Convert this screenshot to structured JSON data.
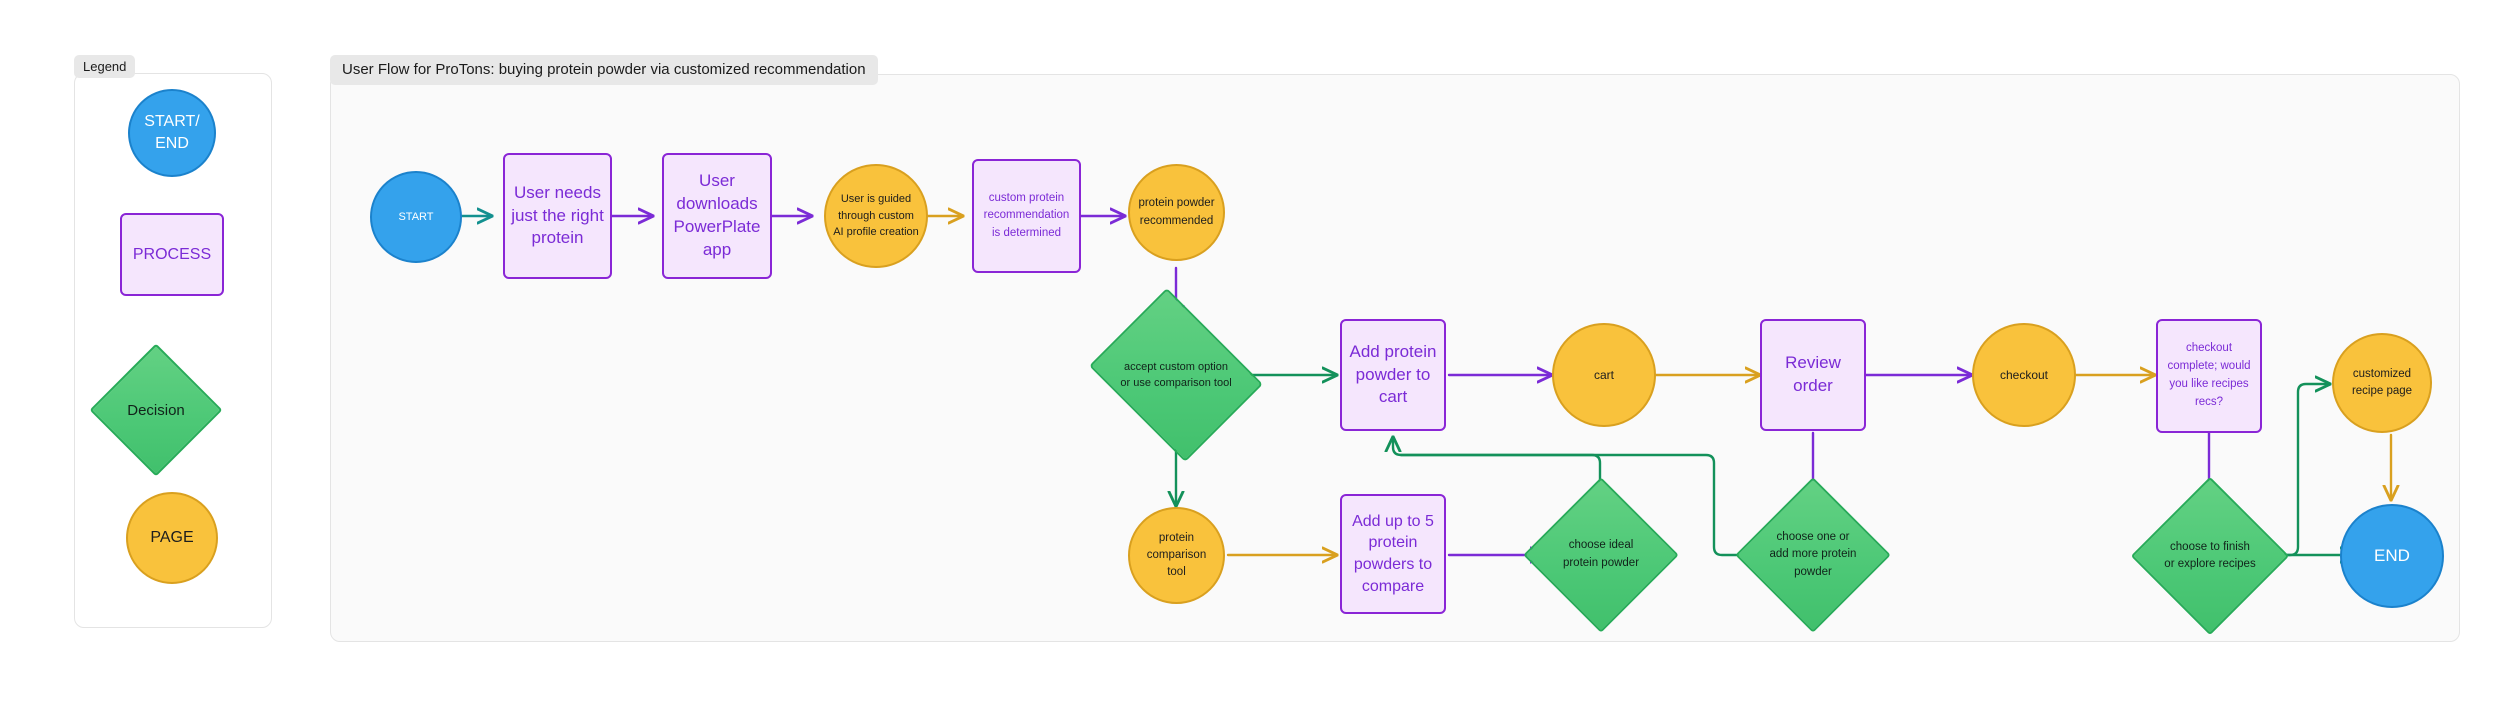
{
  "legend": {
    "title": "Legend",
    "items": [
      {
        "id": "terminal",
        "label": "START/\nEND",
        "shape": "circle",
        "color": "#34a2ec"
      },
      {
        "id": "process",
        "label": "PROCESS",
        "shape": "rect",
        "color": "#8a25d6"
      },
      {
        "id": "decision",
        "label": "Decision",
        "shape": "diamond",
        "color": "#4cc876"
      },
      {
        "id": "page",
        "label": "PAGE",
        "shape": "circle",
        "color": "#f9c23c"
      }
    ]
  },
  "flow": {
    "title": "User Flow for ProTons: buying protein powder via customized recommendation",
    "nodes": {
      "start": "START",
      "user_needs": "User needs just the right protein",
      "user_downloads": "User downloads PowerPlate app",
      "ai_profile": "User is guided through custom AI profile creation",
      "custom_rec": "custom  protein recommendation is determined",
      "powder_recommended": "protein powder recommended",
      "accept_or_compare": "accept custom option or use comparison tool",
      "add_to_cart": "Add protein powder to cart",
      "cart": "cart",
      "review_order": "Review order",
      "checkout": "checkout",
      "checkout_complete": "checkout complete; would you like recipes recs?",
      "recipe_page": "customized recipe page",
      "comparison_tool": "protein comparison tool",
      "add_up_to_5": "Add up to 5 protein powders to compare",
      "choose_ideal": "choose ideal protein powder",
      "choose_one_or_more": "choose one or add more protein powder",
      "finish_or_explore": "choose to finish or explore recipes",
      "end": "END"
    }
  },
  "colors": {
    "terminal_fill": "#34a2ec",
    "terminal_stroke": "#1b82cc",
    "process_fill": "#f5e6fd",
    "process_stroke": "#8a25d6",
    "decision_fill": "#4cc876",
    "decision_stroke": "#27ab58",
    "page_fill": "#f9c23c",
    "page_stroke": "#d9a01f",
    "edge_purple": "#7b2bd6",
    "edge_green": "#13915a",
    "edge_yellow": "#d9a01f",
    "edge_teal": "#12908f",
    "canvas_bg": "#fafafa"
  }
}
